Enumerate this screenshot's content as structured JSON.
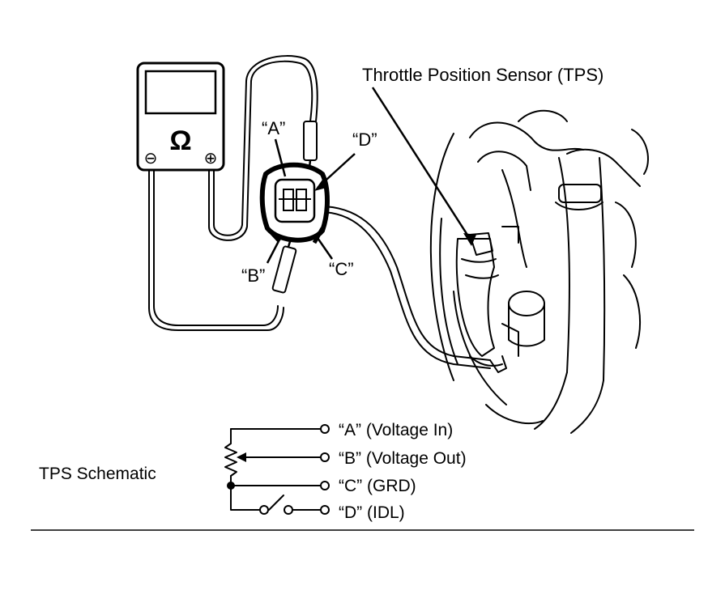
{
  "tps_label": "Throttle Position Sensor (TPS)",
  "connector_labels": {
    "a": "“A”",
    "b": "“B”",
    "c": "“C”",
    "d": "“D”"
  },
  "meter": {
    "symbol": "Ω",
    "minus": "⊖",
    "plus": "⊕"
  },
  "schematic": {
    "title": "TPS Schematic",
    "terminals": [
      "“A” (Voltage In)",
      "“B” (Voltage Out)",
      "“C” (GRD)",
      "“D” (IDL)"
    ]
  }
}
